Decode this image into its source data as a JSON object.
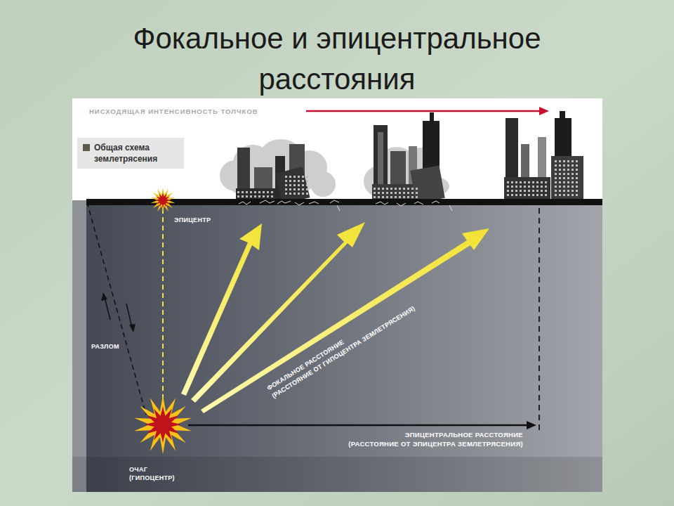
{
  "diagram": {
    "title": "Фокальное и эпицентральное расстояния",
    "nodes": [
      {
        "text": [
          "Общая схема землетрясения"
        ]
      },
      {
        "text": [
          "ЭПИЦЕНТР"
        ]
      },
      {
        "text": [
          "ОЧАГ (ГИПОЦЕНТР)"
        ]
      }
    ],
    "edges": [
      {
        "from": 2,
        "to": 1,
        "arrow": "none"
      }
    ],
    "labels": [
      "НИСХОДЯЩАЯ ИНТЕНСИВНОСТЬ ТОЛЧКОВ",
      "РАЗЛОМ",
      "ФОКАЛЬНОЕ РАССТОЯНИЕ",
      "(РАССТОЯНИЕ ОТ ГИПОЦЕНТРА ЗЕМЛЕТРЯСЕНИЯ)",
      "ЭПИЦЕНТРАЛЬНОЕ РАССТОЯНИЕ",
      "(РАССТОЯНИЕ ОТ ЭПИЦЕНТРА ЗЕМЛЕТРЯСЕНИЯ)"
    ]
  }
}
